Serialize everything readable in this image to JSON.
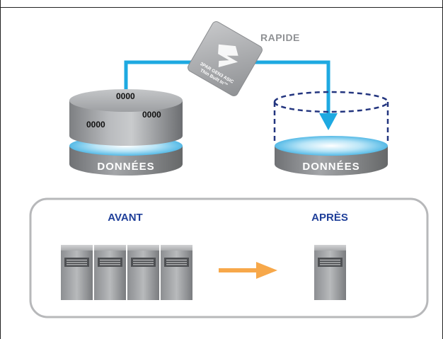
{
  "top": {
    "speed_label": "RAPIDE",
    "chip": {
      "label_line1": "3PAR GEN3 ASIC",
      "label_line2": "Thin Built In™"
    },
    "source_disk": {
      "label": "DONNÉES",
      "data_values": [
        "0000",
        "0000",
        "0000"
      ]
    },
    "target_disk": {
      "label": "DONNÉES"
    }
  },
  "bottom": {
    "before_label": "AVANT",
    "after_label": "APRÈS",
    "before_server_count": 4,
    "after_server_count": 1
  },
  "colors": {
    "flow_line": "#1ea9e1",
    "accent_text": "#1f3f99",
    "arrow_orange": "#f7a84a",
    "disk_dashed": "#23357f"
  },
  "icons": [
    "chip-icon",
    "disk-icon",
    "server-icon",
    "arrow-right-icon"
  ]
}
